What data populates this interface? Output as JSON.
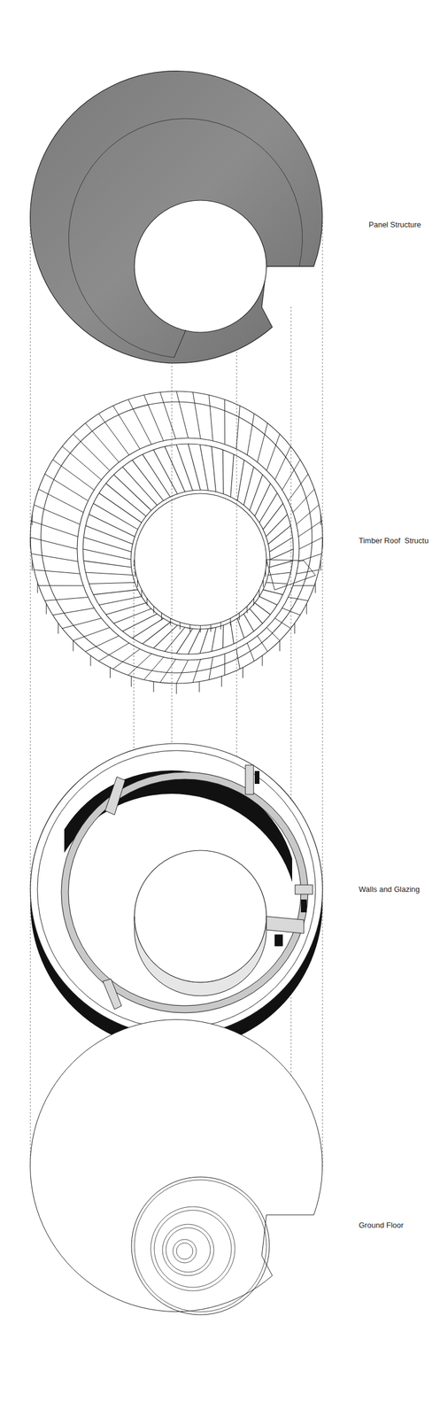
{
  "diagram": {
    "labels": [
      "Panel Structure",
      "Timber Roof  Structu",
      "Walls and Glazing",
      "Ground Floor"
    ]
  }
}
